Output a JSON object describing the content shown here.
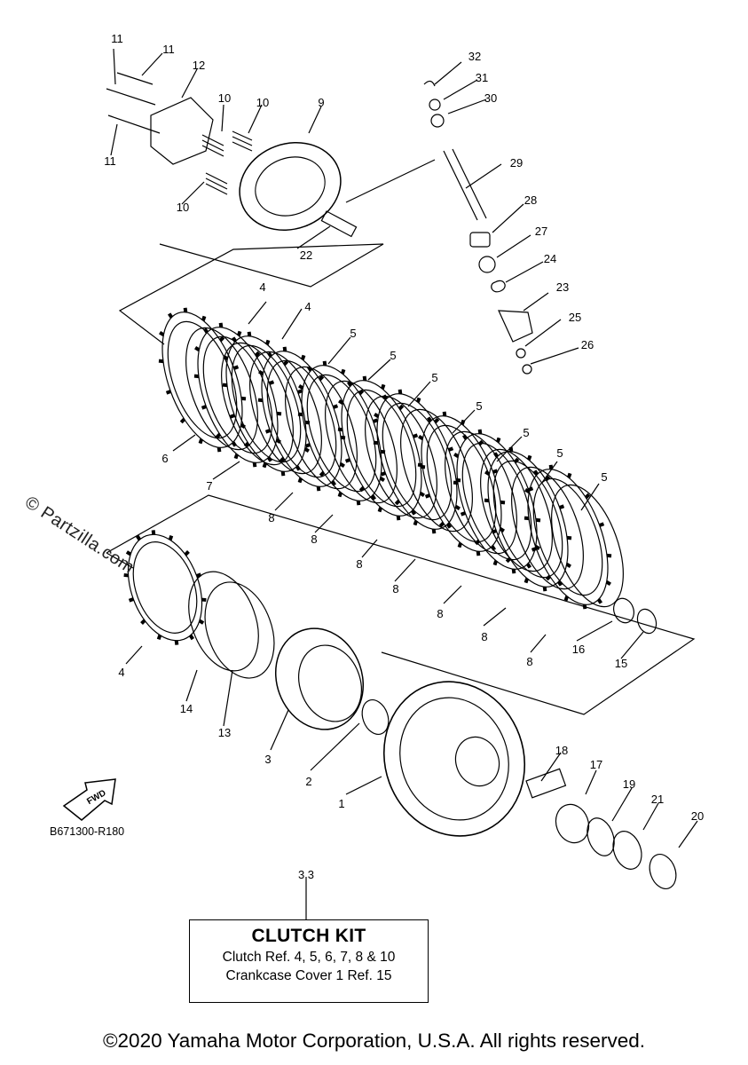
{
  "callouts": [
    {
      "id": "c1",
      "text": "1"
    },
    {
      "id": "c2",
      "text": "2"
    },
    {
      "id": "c3",
      "text": "3"
    },
    {
      "id": "c4a",
      "text": "4"
    },
    {
      "id": "c4b",
      "text": "4"
    },
    {
      "id": "c4c",
      "text": "4"
    },
    {
      "id": "c5a",
      "text": "5"
    },
    {
      "id": "c5b",
      "text": "5"
    },
    {
      "id": "c5c",
      "text": "5"
    },
    {
      "id": "c5d",
      "text": "5"
    },
    {
      "id": "c5e",
      "text": "5"
    },
    {
      "id": "c5f",
      "text": "5"
    },
    {
      "id": "c5g",
      "text": "5"
    },
    {
      "id": "c6",
      "text": "6"
    },
    {
      "id": "c7",
      "text": "7"
    },
    {
      "id": "c8a",
      "text": "8"
    },
    {
      "id": "c8b",
      "text": "8"
    },
    {
      "id": "c8c",
      "text": "8"
    },
    {
      "id": "c8d",
      "text": "8"
    },
    {
      "id": "c8e",
      "text": "8"
    },
    {
      "id": "c8f",
      "text": "8"
    },
    {
      "id": "c8g",
      "text": "8"
    },
    {
      "id": "c9",
      "text": "9"
    },
    {
      "id": "c10a",
      "text": "10"
    },
    {
      "id": "c10b",
      "text": "10"
    },
    {
      "id": "c10c",
      "text": "10"
    },
    {
      "id": "c11a",
      "text": "11"
    },
    {
      "id": "c11b",
      "text": "11"
    },
    {
      "id": "c11c",
      "text": "11"
    },
    {
      "id": "c12",
      "text": "12"
    },
    {
      "id": "c13",
      "text": "13"
    },
    {
      "id": "c14",
      "text": "14"
    },
    {
      "id": "c15",
      "text": "15"
    },
    {
      "id": "c16",
      "text": "16"
    },
    {
      "id": "c17",
      "text": "17"
    },
    {
      "id": "c18",
      "text": "18"
    },
    {
      "id": "c19",
      "text": "19"
    },
    {
      "id": "c20",
      "text": "20"
    },
    {
      "id": "c21",
      "text": "21"
    },
    {
      "id": "c22",
      "text": "22"
    },
    {
      "id": "c23",
      "text": "23"
    },
    {
      "id": "c24",
      "text": "24"
    },
    {
      "id": "c25",
      "text": "25"
    },
    {
      "id": "c26",
      "text": "26"
    },
    {
      "id": "c27",
      "text": "27"
    },
    {
      "id": "c28",
      "text": "28"
    },
    {
      "id": "c29",
      "text": "29"
    },
    {
      "id": "c30",
      "text": "30"
    },
    {
      "id": "c31",
      "text": "31"
    },
    {
      "id": "c32",
      "text": "32"
    },
    {
      "id": "c33",
      "text": "3 3"
    }
  ],
  "fwd_label": "FWD",
  "diagram_id": "B671300-R180",
  "watermark": "© Partzilla.com",
  "clutch_kit": {
    "title": "CLUTCH KIT",
    "line1": "Clutch Ref. 4, 5, 6, 7, 8 & 10",
    "line2": "Crankcase Cover 1 Ref. 15"
  },
  "copyright": "©2020 Yamaha Motor Corporation, U.S.A. All rights reserved."
}
